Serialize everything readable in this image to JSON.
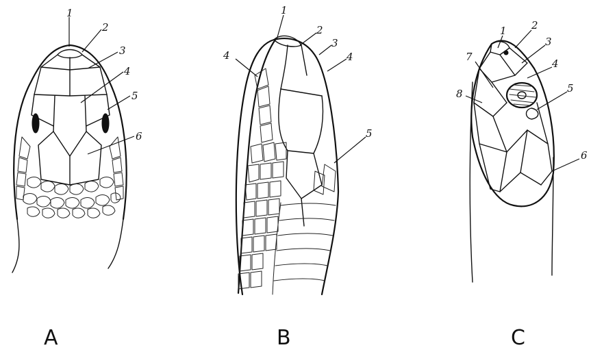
{
  "panels": [
    {
      "id": "A",
      "label": "A",
      "callouts": [
        "1",
        "2",
        "3",
        "4",
        "5",
        "6"
      ]
    },
    {
      "id": "B",
      "label": "B",
      "callouts": [
        "1",
        "2",
        "3",
        "4",
        "4",
        "5"
      ]
    },
    {
      "id": "C",
      "label": "C",
      "callouts": [
        "1",
        "2",
        "3",
        "4",
        "5",
        "6",
        "7",
        "8"
      ]
    }
  ]
}
